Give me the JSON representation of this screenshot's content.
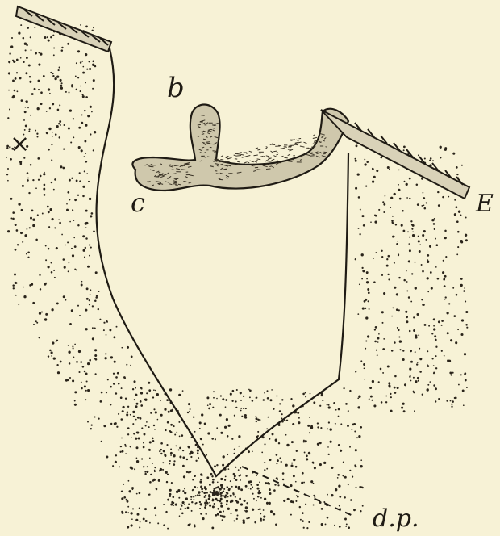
{
  "figure": {
    "background": "#f7f2d6",
    "ink": "#1f1b14",
    "labels": {
      "b": "b",
      "c": "c",
      "e": "E",
      "dp": "d.p."
    },
    "marker_symbol": "×",
    "stipple": {
      "ink": "#2a241a"
    }
  }
}
